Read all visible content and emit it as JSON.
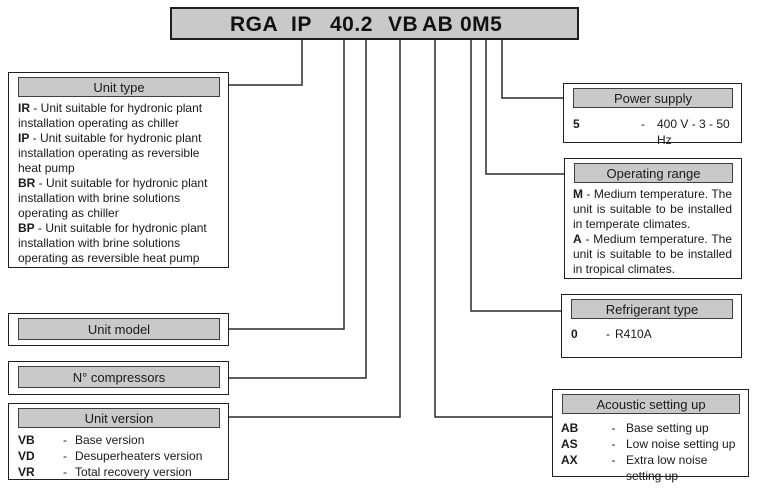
{
  "sep": "-",
  "code": {
    "segments": [
      {
        "text": "RGA"
      },
      {
        "text": "IP"
      },
      {
        "text": "40.2"
      },
      {
        "text": "VB"
      },
      {
        "text": "AB"
      },
      {
        "text": "0M5"
      }
    ]
  },
  "boxes": {
    "unit_type": {
      "title": "Unit type",
      "entries": [
        {
          "code": "IR",
          "rest": " - Unit suitable for hydronic plant installation operating as chiller"
        },
        {
          "code": "IP",
          "rest": " - Unit suitable for hydronic plant installation operating as reversible heat pump"
        },
        {
          "code": "BR",
          "rest": " - Unit suitable for hydronic plant installation with brine solutions operating as chiller"
        },
        {
          "code": "BP",
          "rest": " - Unit suitable for hydronic plant installation with brine solutions operating as reversible heat pump"
        }
      ]
    },
    "unit_model": {
      "title": "Unit model"
    },
    "n_compressors": {
      "title": "N° compressors"
    },
    "unit_version": {
      "title": "Unit version",
      "entries": [
        {
          "code": "VB",
          "text": "Base version"
        },
        {
          "code": "VD",
          "text": "Desuperheaters version"
        },
        {
          "code": "VR",
          "text": "Total recovery version"
        }
      ]
    },
    "power_supply": {
      "title": "Power supply",
      "entries": [
        {
          "code": "5",
          "text": "400 V - 3 - 50 Hz"
        }
      ]
    },
    "operating_range": {
      "title": "Operating range",
      "entries": [
        {
          "code": "M",
          "rest": " - Medium temperature. The unit is suitable to be installed in temperate climates."
        },
        {
          "code": "A",
          "rest": " - Medium temperature. The unit is suitable to be installed in tropical climates."
        }
      ]
    },
    "refrigerant_type": {
      "title": "Refrigerant type",
      "entries": [
        {
          "code": "0",
          "text": "R410A"
        }
      ]
    },
    "acoustic_setting": {
      "title": "Acoustic setting up",
      "entries": [
        {
          "code": "AB",
          "text": "Base setting up"
        },
        {
          "code": "AS",
          "text": "Low noise setting up"
        },
        {
          "code": "AX",
          "text": "Extra low noise setting up"
        }
      ]
    }
  },
  "colors": {
    "header_fill": "#c9c9c9",
    "border": "#1f1f1f",
    "line": "#2a2a2a"
  }
}
